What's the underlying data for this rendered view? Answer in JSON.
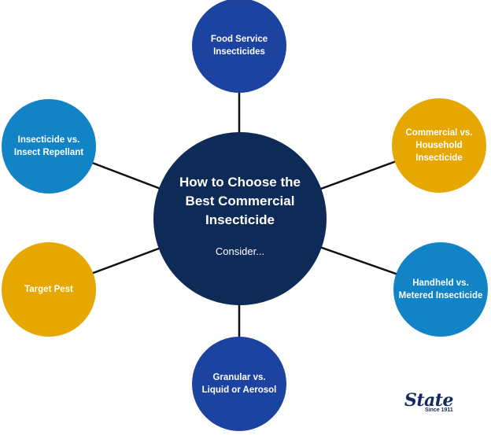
{
  "colors": {
    "center": "#0e2a57",
    "dark_blue": "#1d43a1",
    "light_blue": "#1283c4",
    "gold": "#e6a700",
    "line": "#111111"
  },
  "center": {
    "title": "How to Choose the\nBest Commercial\nInsecticide",
    "subtitle": "Consider..."
  },
  "nodes": [
    {
      "label": "Food Service\nInsecticides",
      "color": "dark_blue"
    },
    {
      "label": "Commercial vs.\nHousehold\nInsecticide",
      "color": "gold"
    },
    {
      "label": "Handheld vs.\nMetered Insecticide",
      "color": "light_blue"
    },
    {
      "label": "Granular vs.\nLiquid or Aerosol",
      "color": "dark_blue"
    },
    {
      "label": "Target Pest",
      "color": "gold"
    },
    {
      "label": "Insecticide vs.\nInsect Repellant",
      "color": "light_blue"
    }
  ],
  "logo": {
    "name": "State",
    "tagline": "Since 1911"
  }
}
